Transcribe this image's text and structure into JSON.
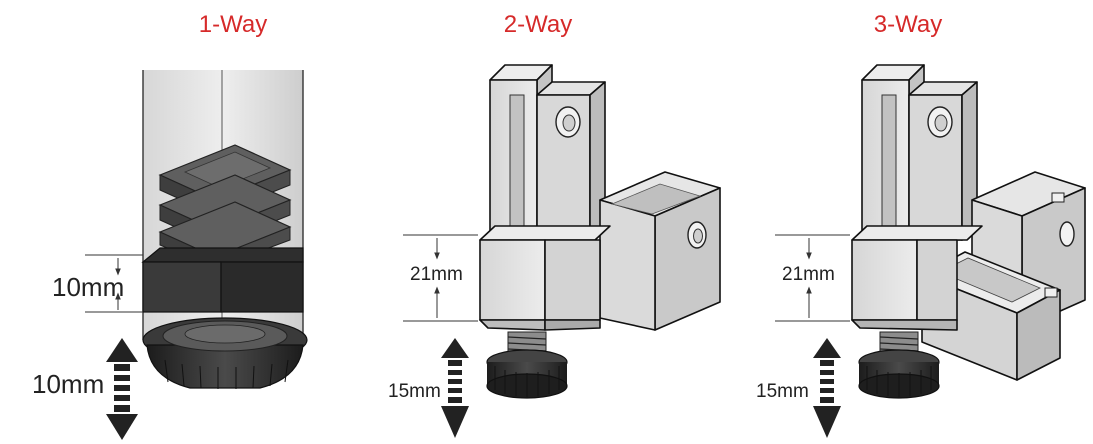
{
  "panels": [
    {
      "title": "1-Way",
      "insert_height": "10mm",
      "adjust_range": "10mm"
    },
    {
      "title": "2-Way",
      "body_height": "21mm",
      "adjust_range": "15mm"
    },
    {
      "title": "3-Way",
      "body_height": "21mm",
      "adjust_range": "15mm"
    }
  ],
  "colors": {
    "title": "#d62a2a",
    "part_light": "#e2e2e2",
    "part_mid": "#cfcfcf",
    "part_shade": "#b4b4b4",
    "foot_dark": "#2a2a2a",
    "tube_glass": "#dcdcdc"
  }
}
